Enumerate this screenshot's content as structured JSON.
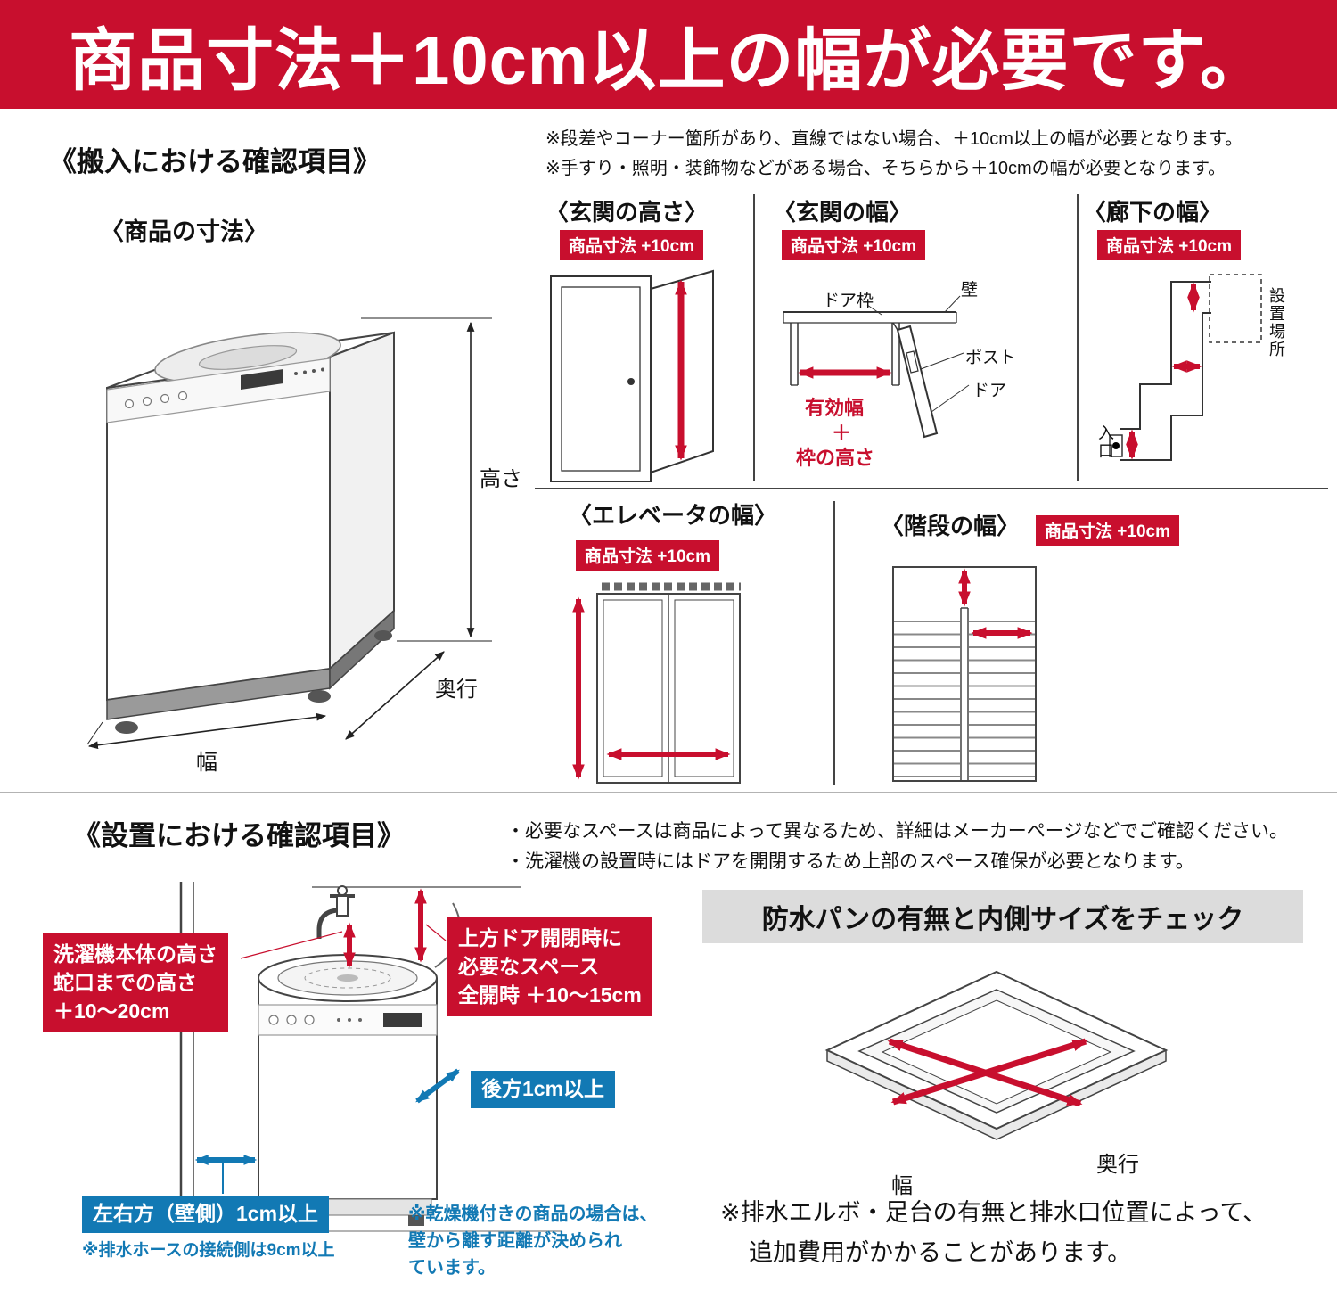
{
  "colors": {
    "red": "#c80f2e",
    "blue": "#1279b4"
  },
  "banner": {
    "title": "商品寸法＋10cm以上の幅が必要です。"
  },
  "carry_in": {
    "heading": "《搬入における確認項目》",
    "notes": [
      "※段差やコーナー箇所があり、直線ではない場合、＋10cm以上の幅が必要となります。",
      "※手すり・照明・装飾物などがある場合、そちらから＋10cmの幅が必要となります。"
    ],
    "badge": "商品寸法 +10cm",
    "product": {
      "heading": "〈商品の寸法〉",
      "height": "高さ",
      "depth": "奥行",
      "width": "幅"
    },
    "entrance_height": {
      "heading": "〈玄関の高さ〉"
    },
    "entrance_width": {
      "heading": "〈玄関の幅〉",
      "door_frame": "ドア枠",
      "wall": "壁",
      "post": "ポスト",
      "door": "ドア",
      "effective_width": "有効幅",
      "plus": "＋",
      "frame_height": "枠の高さ"
    },
    "hallway": {
      "heading": "〈廊下の幅〉",
      "place": "設置場所",
      "entrance": "入口"
    },
    "elevator": {
      "heading": "〈エレベータの幅〉"
    },
    "stairs": {
      "heading": "〈階段の幅〉"
    }
  },
  "install": {
    "heading": "《設置における確認項目》",
    "notes": [
      "・必要なスペースは商品によって異なるため、詳細はメーカーページなどでご確認ください。",
      "・洗濯機の設置時にはドアを開閉するため上部のスペース確保が必要となります。"
    ],
    "height_box": {
      "line1": "洗濯機本体の高さ",
      "line2": "蛇口までの高さ",
      "line3": "＋10〜20cm"
    },
    "top_box": {
      "line1": "上方ドア開閉時に",
      "line2": "必要なスペース",
      "line3": "全開時 ＋10〜15cm"
    },
    "rear_label": "後方1cm以上",
    "side_label": "左右方（壁側）1cm以上",
    "side_note": "※排水ホースの接続側は9cm以上",
    "dryer_note": {
      "line1": "※乾燥機付きの商品の場合は、",
      "line2": "壁から離す距離が決められ",
      "line3": "ています。"
    }
  },
  "pan": {
    "banner": "防水パンの有無と内側サイズをチェック",
    "width": "幅",
    "depth": "奥行",
    "note": {
      "line1": "※排水エルボ・足台の有無と排水口位置によって、",
      "line2": "追加費用がかかることがあります。"
    }
  }
}
